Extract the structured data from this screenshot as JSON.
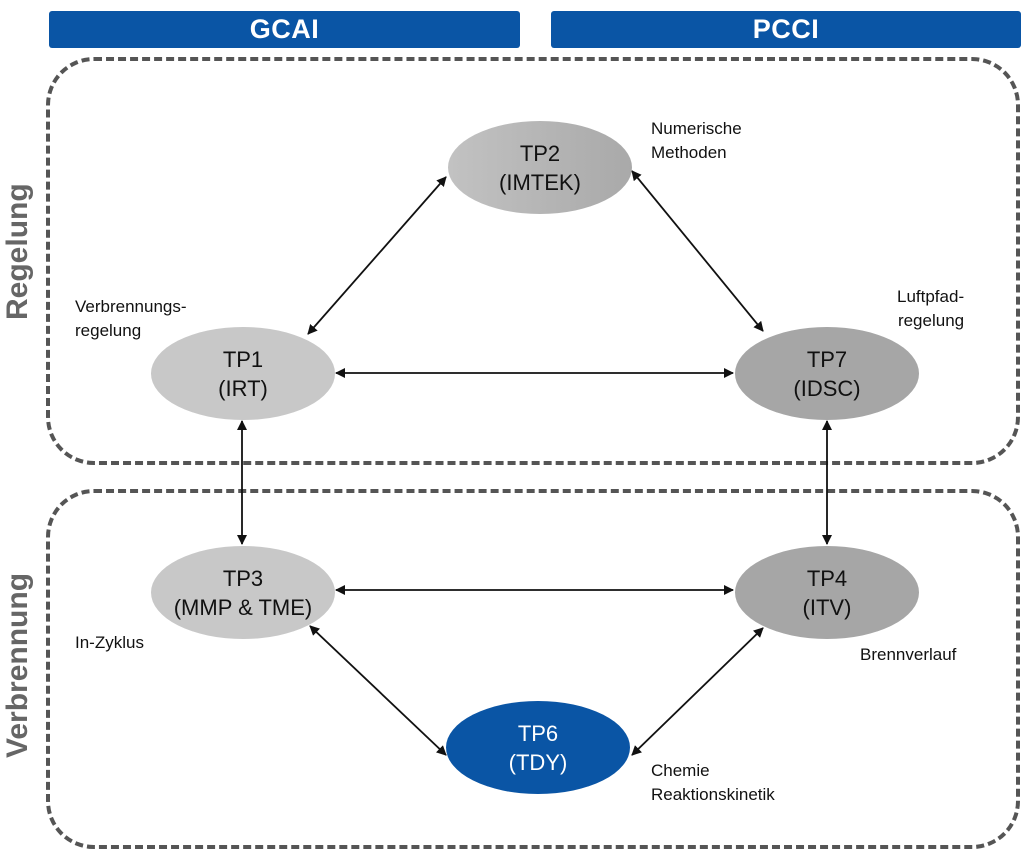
{
  "header": {
    "left": "GCAI",
    "right": "PCCI"
  },
  "regions": {
    "top_label": "Regelung",
    "bottom_label": "Verbrennung"
  },
  "nodes": {
    "tp2": {
      "title": "TP2",
      "subtitle": "(IMTEK)"
    },
    "tp1": {
      "title": "TP1",
      "subtitle": "(IRT)"
    },
    "tp7": {
      "title": "TP7",
      "subtitle": "(IDSC)"
    },
    "tp3": {
      "title": "TP3",
      "subtitle": "(MMP & TME)"
    },
    "tp4": {
      "title": "TP4",
      "subtitle": "(ITV)"
    },
    "tp6": {
      "title": "TP6",
      "subtitle": "(TDY)"
    }
  },
  "notes": {
    "tp2": [
      "Numerische",
      "Methoden"
    ],
    "tp1": [
      "Verbrennungs-",
      "regelung"
    ],
    "tp7": [
      "Luftpfad-",
      "regelung"
    ],
    "tp3": [
      "In-Zyklus"
    ],
    "tp4": [
      "Brennverlauf"
    ],
    "tp6": [
      "Chemie",
      "Reaktionskinetik"
    ]
  },
  "edges": [
    {
      "from": "tp1",
      "to": "tp2",
      "direction": "both"
    },
    {
      "from": "tp2",
      "to": "tp7",
      "direction": "both"
    },
    {
      "from": "tp1",
      "to": "tp7",
      "direction": "both"
    },
    {
      "from": "tp1",
      "to": "tp3",
      "direction": "both"
    },
    {
      "from": "tp7",
      "to": "tp4",
      "direction": "both"
    },
    {
      "from": "tp3",
      "to": "tp4",
      "direction": "both"
    },
    {
      "from": "tp3",
      "to": "tp6",
      "direction": "both"
    },
    {
      "from": "tp4",
      "to": "tp6",
      "direction": "both"
    }
  ],
  "colors": {
    "brand_blue": "#0a55a5",
    "node_grey": "#c8c8c8",
    "node_dark_grey": "#a6a6a6",
    "dashed_border": "#555555",
    "side_label": "#666666"
  }
}
